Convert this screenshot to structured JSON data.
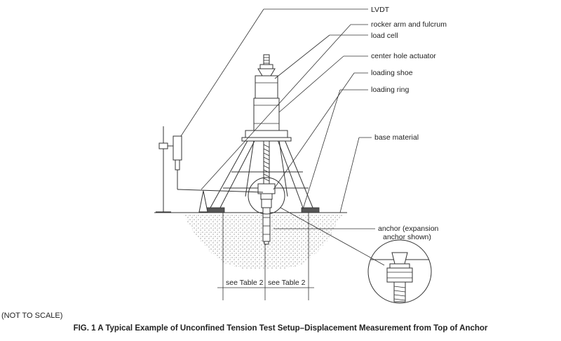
{
  "labels": {
    "lvdt": "LVDT",
    "rocker_arm": "rocker arm and fulcrum",
    "load_cell": "load cell",
    "actuator": "center hole actuator",
    "loading_shoe": "loading shoe",
    "loading_ring": "loading ring",
    "base_material": "base material",
    "anchor_line1": "anchor (expansion",
    "anchor_line2": "anchor shown)",
    "dim_left": "see Table 2",
    "dim_right": "see Table 2"
  },
  "note": "(NOT TO SCALE)",
  "caption": "FIG. 1 A Typical Example of Unconfined Tension Test Setup–Displacement Measurement from Top of Anchor"
}
